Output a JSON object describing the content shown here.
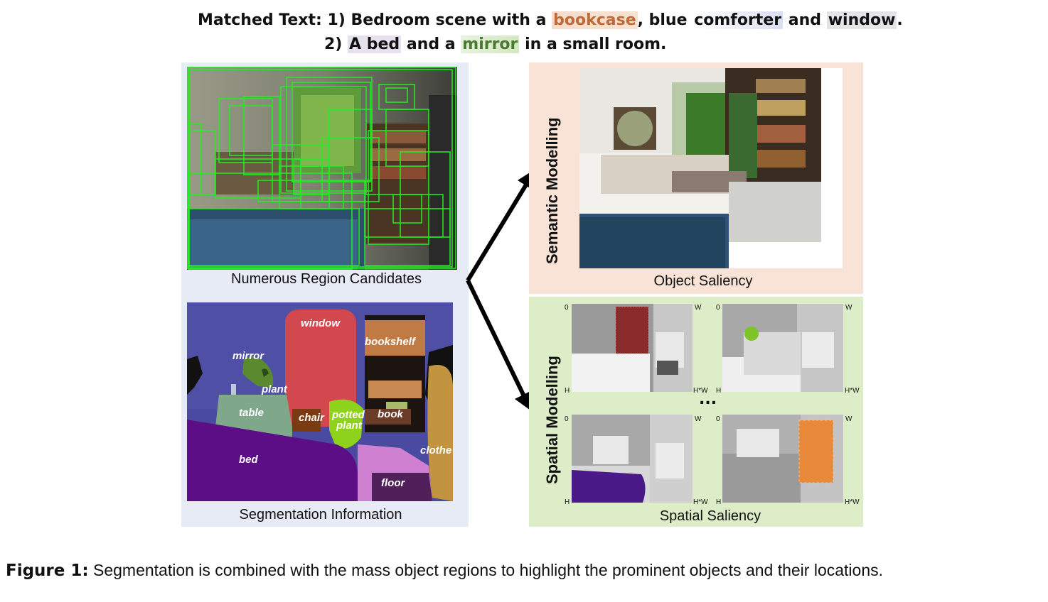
{
  "matched_text": {
    "prefix": "Matched Text:",
    "line1": {
      "num": "1) Bedroom scene with a",
      "w1": "bookcase",
      "mid1": ", blue",
      "w2a": "co",
      "w2b": "mforter",
      "mid2": "and",
      "w3": "window",
      "end": "."
    },
    "line2": {
      "num": "2)",
      "w1": "A bed",
      "mid": "and a",
      "w2": "mirror",
      "end": "in a small room."
    }
  },
  "labels": {
    "region_candidates": "Numerous Region Candidates",
    "segmentation_information": "Segmentation Information",
    "object_saliency": "Object Saliency",
    "spatial_saliency": "Spatial Saliency",
    "semantic_modelling": "Semantic Modelling",
    "spatial_modelling": "Spatial Modelling",
    "ellipsis": "..."
  },
  "axis_ticks": {
    "zero": "0",
    "w": "W",
    "h": "H",
    "hw": "H*W"
  },
  "segmentation_labels": {
    "window": "window",
    "bookshelf": "bookshelf",
    "mirror": "mirror",
    "plant": "plant",
    "table": "table",
    "chair": "chair",
    "potted": "potted",
    "plant2": "plant",
    "book": "book",
    "bed": "bed",
    "clothe": "clothe",
    "floor": "floor"
  },
  "figure_caption": {
    "label": "Figure 1:",
    "text": " Segmentation is combined with the mass object regions to highlight the prominent objects and their locations."
  },
  "colors": {
    "left_panel": "#e7ebf5",
    "semantic_panel": "#f8e3d6",
    "spatial_panel": "#dcedc8",
    "box_green": "#22ee22",
    "seg_bed": "#5b0e86",
    "seg_window": "#d4454f",
    "seg_bookshelf": "#b9703c"
  }
}
